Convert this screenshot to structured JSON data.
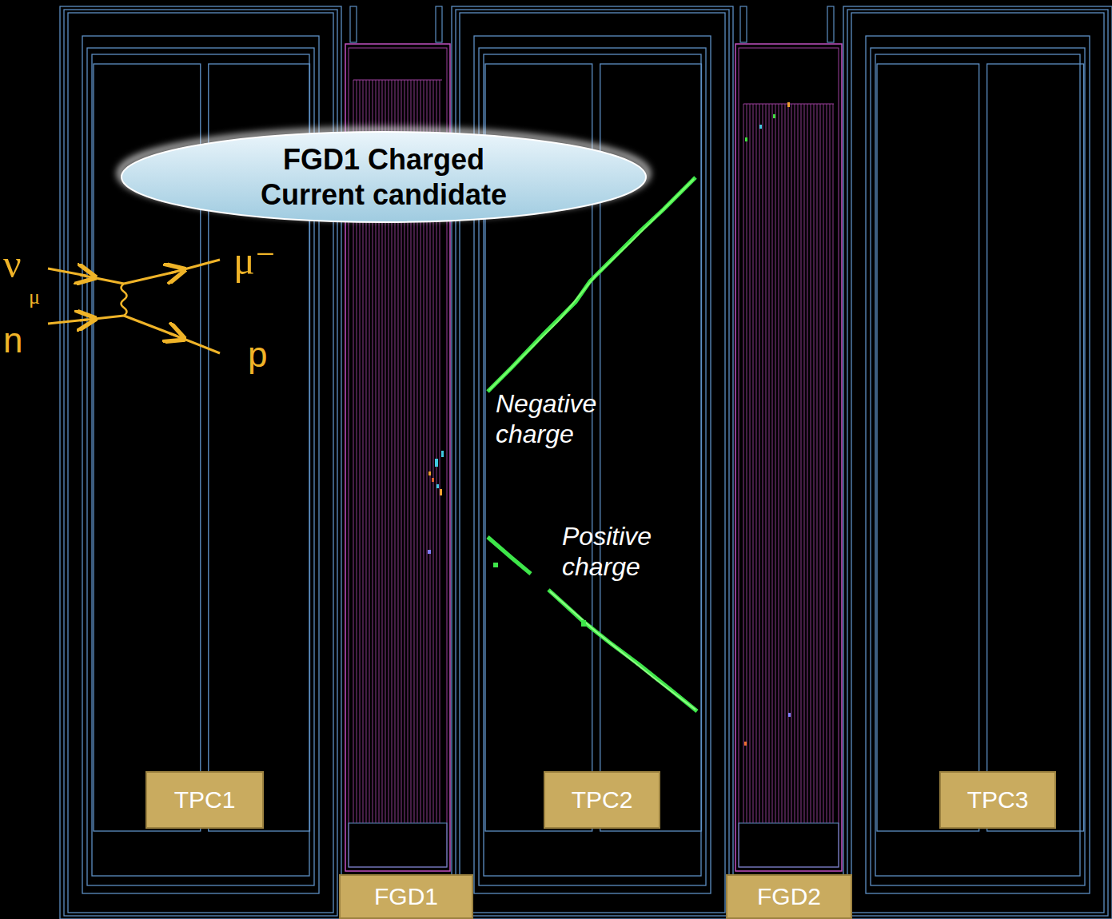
{
  "diagram": {
    "nodes": [
      {
        "text": [
          "FGD1 Charged Current candidate"
        ]
      },
      {
        "text": [
          "TPC1"
        ]
      },
      {
        "text": [
          "TPC2"
        ]
      },
      {
        "text": [
          "TPC3"
        ]
      },
      {
        "text": [
          "FGD1"
        ]
      },
      {
        "text": [
          "FGD2"
        ]
      }
    ],
    "labels": [
      "ν",
      "μ",
      "n",
      "μ⁻",
      "p",
      "Negative charge",
      "Positive charge"
    ]
  }
}
